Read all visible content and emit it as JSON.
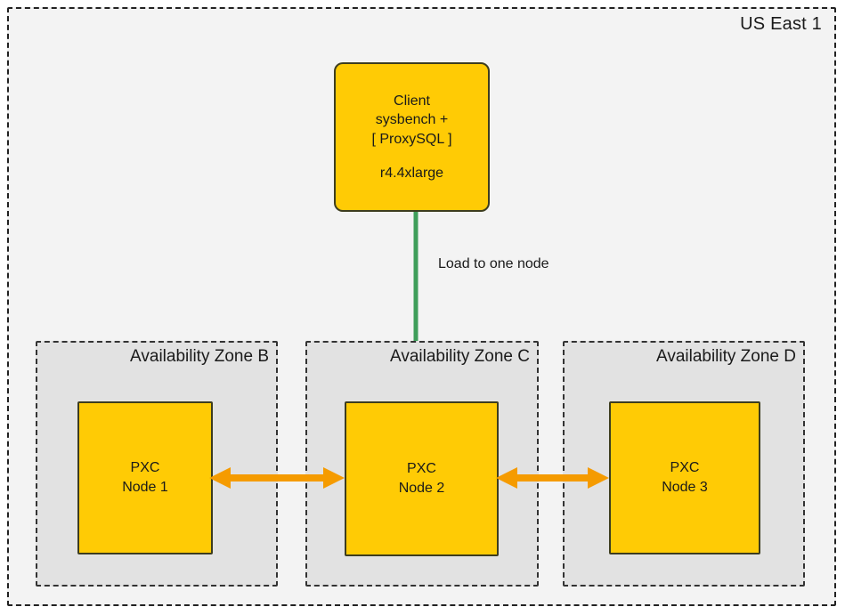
{
  "region": {
    "label": "US East 1"
  },
  "client_box": {
    "lines": [
      "Client",
      "sysbench +",
      "[ ProxySQL ]"
    ],
    "instance": "r4.4xlarge"
  },
  "load_arrow": {
    "label": "Load to one node"
  },
  "zones": [
    {
      "label": "Availability Zone B",
      "node": {
        "line1": "PXC",
        "line2": "Node 1"
      }
    },
    {
      "label": "Availability Zone C",
      "node": {
        "line1": "PXC",
        "line2": "Node 2"
      }
    },
    {
      "label": "Availability Zone D",
      "node": {
        "line1": "PXC",
        "line2": "Node 3"
      }
    }
  ],
  "colors": {
    "region_bg": "#f3f3f3",
    "zone_bg": "#e2e2e2",
    "node_fill": "#ffcb05",
    "node_border": "#3d3d1f",
    "arrow_green": "#3f9e5a",
    "arrow_orange": "#f59b00",
    "dash_border": "#222222",
    "text": "#1a1a1a"
  }
}
